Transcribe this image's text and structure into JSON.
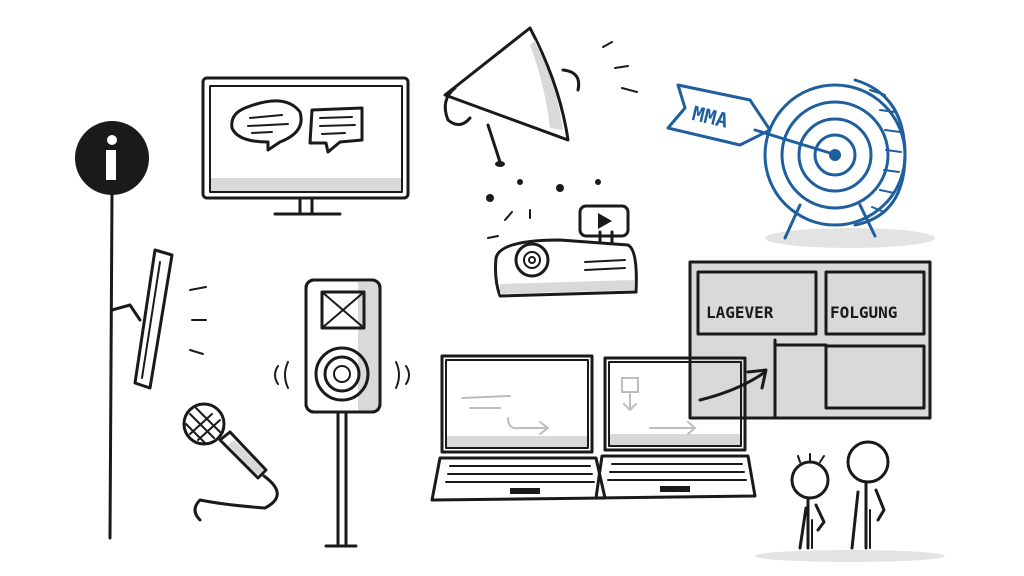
{
  "target_label": "MMA",
  "dashboard": {
    "tile_left_label": "LAGEVER",
    "tile_right_label": "FOLGUNG"
  },
  "colors": {
    "ink": "#1a1a1a",
    "accent_blue": "#1f5f9e",
    "shadow_grey": "#d9d9d9"
  },
  "icons": [
    "info-icon",
    "monitor-icon",
    "chat-bubble-icon",
    "megaphone-icon",
    "target-icon",
    "arrow-icon",
    "projector-icon",
    "play-icon",
    "speaker-icon",
    "microphone-icon",
    "laptop-icon",
    "dashboard-screen-icon",
    "person-icon"
  ]
}
